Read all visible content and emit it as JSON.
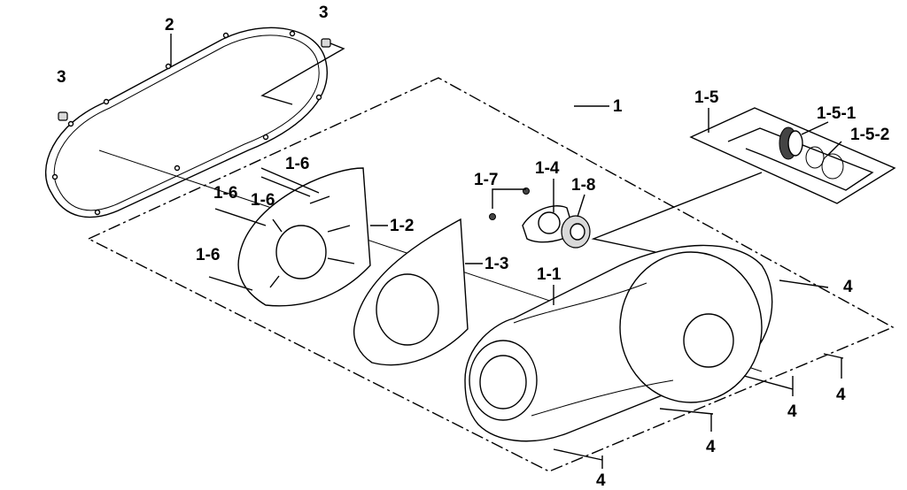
{
  "labels": {
    "l2": "2",
    "l3a": "3",
    "l3b": "3",
    "l1": "1",
    "l1_5": "1-5",
    "l1_5_1": "1-5-1",
    "l1_5_2": "1-5-2",
    "l1_6a": "1-6",
    "l1_6b": "1-6",
    "l1_6c": "1-6",
    "l1_6d": "1-6",
    "l1_2": "1-2",
    "l1_3": "1-3",
    "l1_4": "1-4",
    "l1_7": "1-7",
    "l1_8": "1-8",
    "l1_1": "1-1",
    "l4a": "4",
    "l4b": "4",
    "l4c": "4",
    "l4d": "4",
    "l4e": "4"
  }
}
